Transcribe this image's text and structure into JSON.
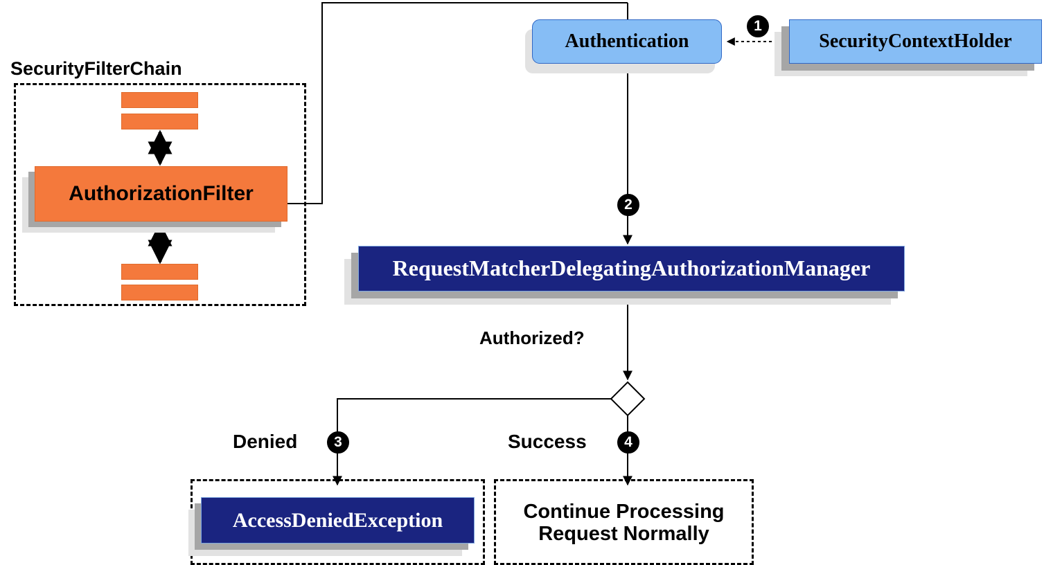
{
  "diagram": {
    "title": "Spring Security Authorization Flow",
    "colors": {
      "orange": "#f4793c",
      "orange_border": "#e06a2c",
      "light_blue": "#86bdf5",
      "light_blue_border": "#2f66c4",
      "navy": "#1a2480",
      "navy_border": "#7fa8e0",
      "shadow_near": "#a6a6a6",
      "shadow_far": "#e2e2e2",
      "line": "#000000"
    }
  },
  "filter_chain": {
    "group_label": "SecurityFilterChain",
    "main_filter_label": "AuthorizationFilter",
    "filter_bars": 4
  },
  "context": {
    "authentication_label": "Authentication",
    "security_context_holder_label": "SecurityContextHolder"
  },
  "manager": {
    "label": "RequestMatcherDelegatingAuthorizationManager"
  },
  "decision": {
    "question_label": "Authorized?",
    "denied_label": "Denied",
    "success_label": "Success"
  },
  "outcomes": {
    "denied_exception_label": "AccessDeniedException",
    "continue_line1": "Continue Processing",
    "continue_line2": "Request Normally"
  },
  "steps": {
    "one": "1",
    "two": "2",
    "three": "3",
    "four": "4"
  }
}
